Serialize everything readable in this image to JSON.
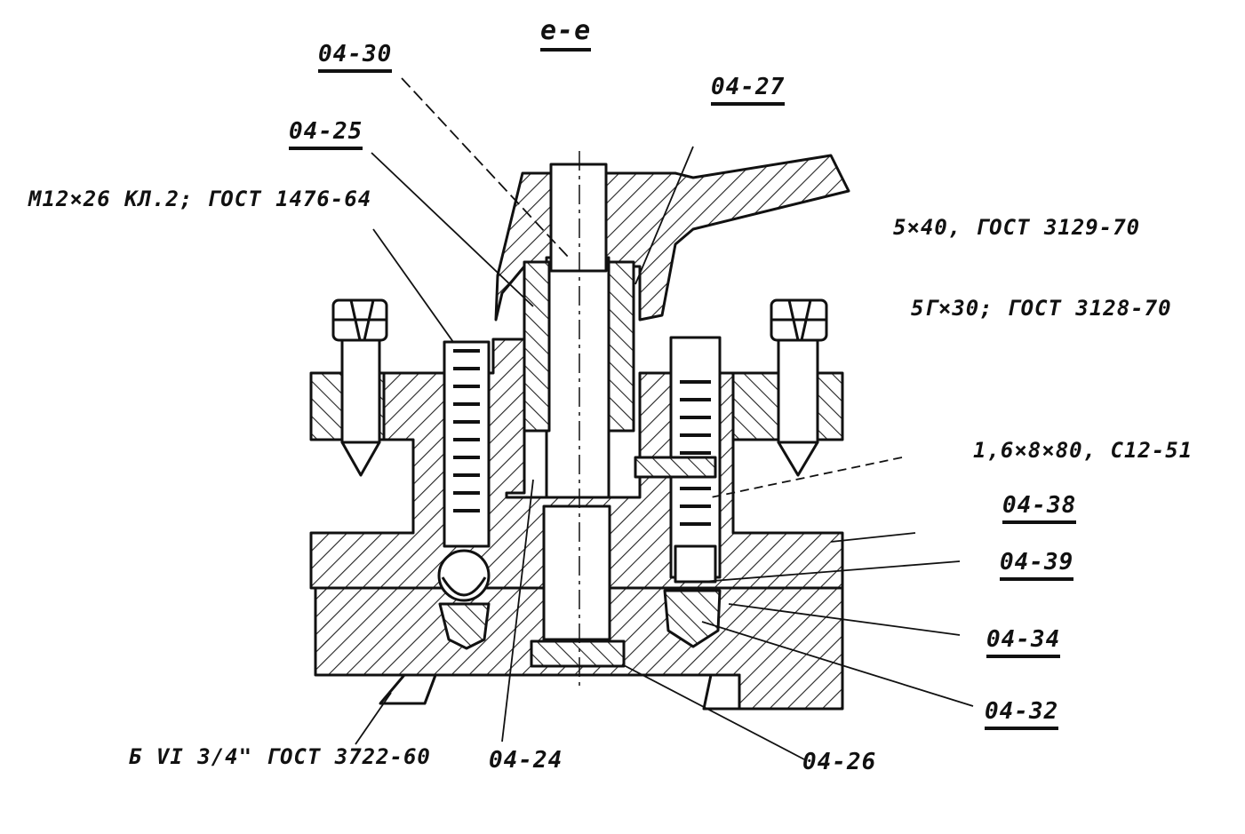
{
  "section_title": "e-e",
  "callouts": {
    "c0430": "04-30",
    "c0427": "04-27",
    "c0425": "04-25",
    "c0424": "04-24",
    "c0426": "04-26",
    "c0438": "04-38",
    "c0439": "04-39",
    "c0434": "04-34",
    "c0432": "04-32"
  },
  "specs": {
    "bolt": "M12×26 КЛ.2; ГОСТ 1476-64",
    "pin1": "5×40, ГОСТ 3129-70",
    "pin2": "5Г×30; ГОСТ 3128-70",
    "spring": "1,6×8×80, С12-51",
    "ball": "Б VI 3/4\" ГОСТ 3722-60"
  },
  "colors": {
    "ink": "#111111",
    "paper": "#ffffff"
  }
}
